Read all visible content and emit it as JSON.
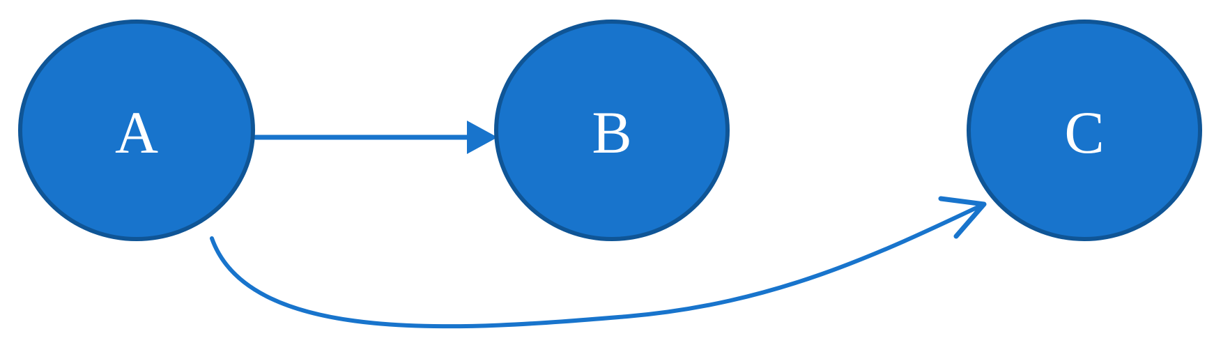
{
  "diagram": {
    "nodes": [
      {
        "id": "A",
        "label": "A"
      },
      {
        "id": "B",
        "label": "B"
      },
      {
        "id": "C",
        "label": "C"
      }
    ],
    "edges": [
      {
        "from": "A",
        "to": "B",
        "style": "straight",
        "arrowhead": "filled"
      },
      {
        "from": "A",
        "to": "C",
        "style": "curved",
        "arrowhead": "open"
      }
    ],
    "colors": {
      "node_fill": "#1874CC",
      "node_stroke": "#0F5596",
      "edge": "#1874CC",
      "label": "#FFFFFF"
    }
  }
}
